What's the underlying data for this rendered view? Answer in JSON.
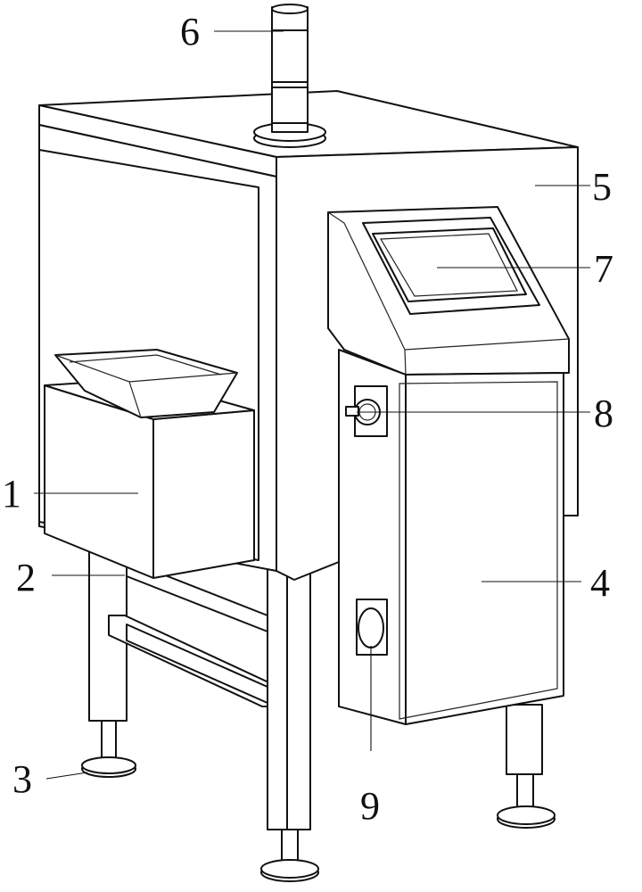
{
  "parts": [
    {
      "id": "1",
      "label": "1"
    },
    {
      "id": "2",
      "label": "2"
    },
    {
      "id": "3",
      "label": "3"
    },
    {
      "id": "4",
      "label": "4"
    },
    {
      "id": "5",
      "label": "5"
    },
    {
      "id": "6",
      "label": "6"
    },
    {
      "id": "7",
      "label": "7"
    },
    {
      "id": "8",
      "label": "8"
    },
    {
      "id": "9",
      "label": "9"
    }
  ]
}
